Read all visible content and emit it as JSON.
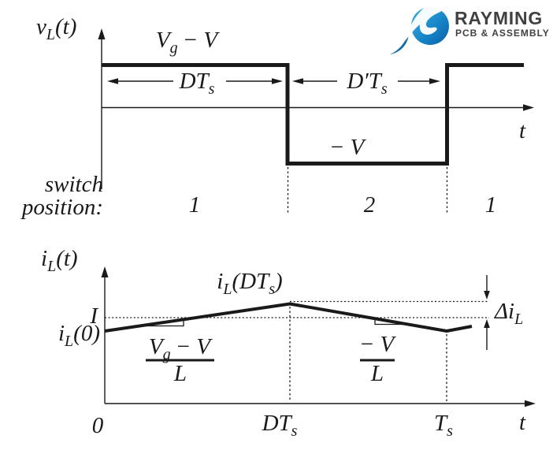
{
  "logo": {
    "name": "RAYMING",
    "tagline": "PCB & ASSEMBLY"
  },
  "top": {
    "axis_y": {
      "main": "v",
      "sub": "L",
      "rest": "(t)"
    },
    "high_label": {
      "main": "V",
      "sub": "g",
      "rest": "− V"
    },
    "span1": {
      "main": "DT",
      "sub": "s"
    },
    "span2": {
      "main": "D′T",
      "sub": "s"
    },
    "low_label": "− V",
    "axis_x": "t"
  },
  "switch_row": {
    "caption_line1": "switch",
    "caption_line2": "position:",
    "seg1": "1",
    "seg2": "2",
    "seg3": "1"
  },
  "bottom": {
    "axis_y": {
      "main": "i",
      "sub": "L",
      "rest": "(t)"
    },
    "avg": "I",
    "initial": {
      "main": "i",
      "sub": "L",
      "rest": "(0)"
    },
    "peak": {
      "main": "i",
      "sub": "L",
      "rest": "(DT",
      "sub2": "s",
      "rest2": ")"
    },
    "slope1": {
      "num_main": "V",
      "num_sub": "g",
      "num_rest": "− V",
      "den": "L"
    },
    "slope2": {
      "num": "− V",
      "den": "L"
    },
    "ripple": {
      "main": "Δi",
      "sub": "L"
    },
    "tick0": "0",
    "tick_dts": {
      "main": "DT",
      "sub": "s"
    },
    "tick_ts": {
      "main": "T",
      "sub": "s"
    },
    "axis_x": "t"
  },
  "colors": {
    "ink": "#1a1a1a",
    "brand_text": "#414042",
    "globe_blue_light": "#35a3d9",
    "globe_blue_dark": "#0b5ea7"
  }
}
